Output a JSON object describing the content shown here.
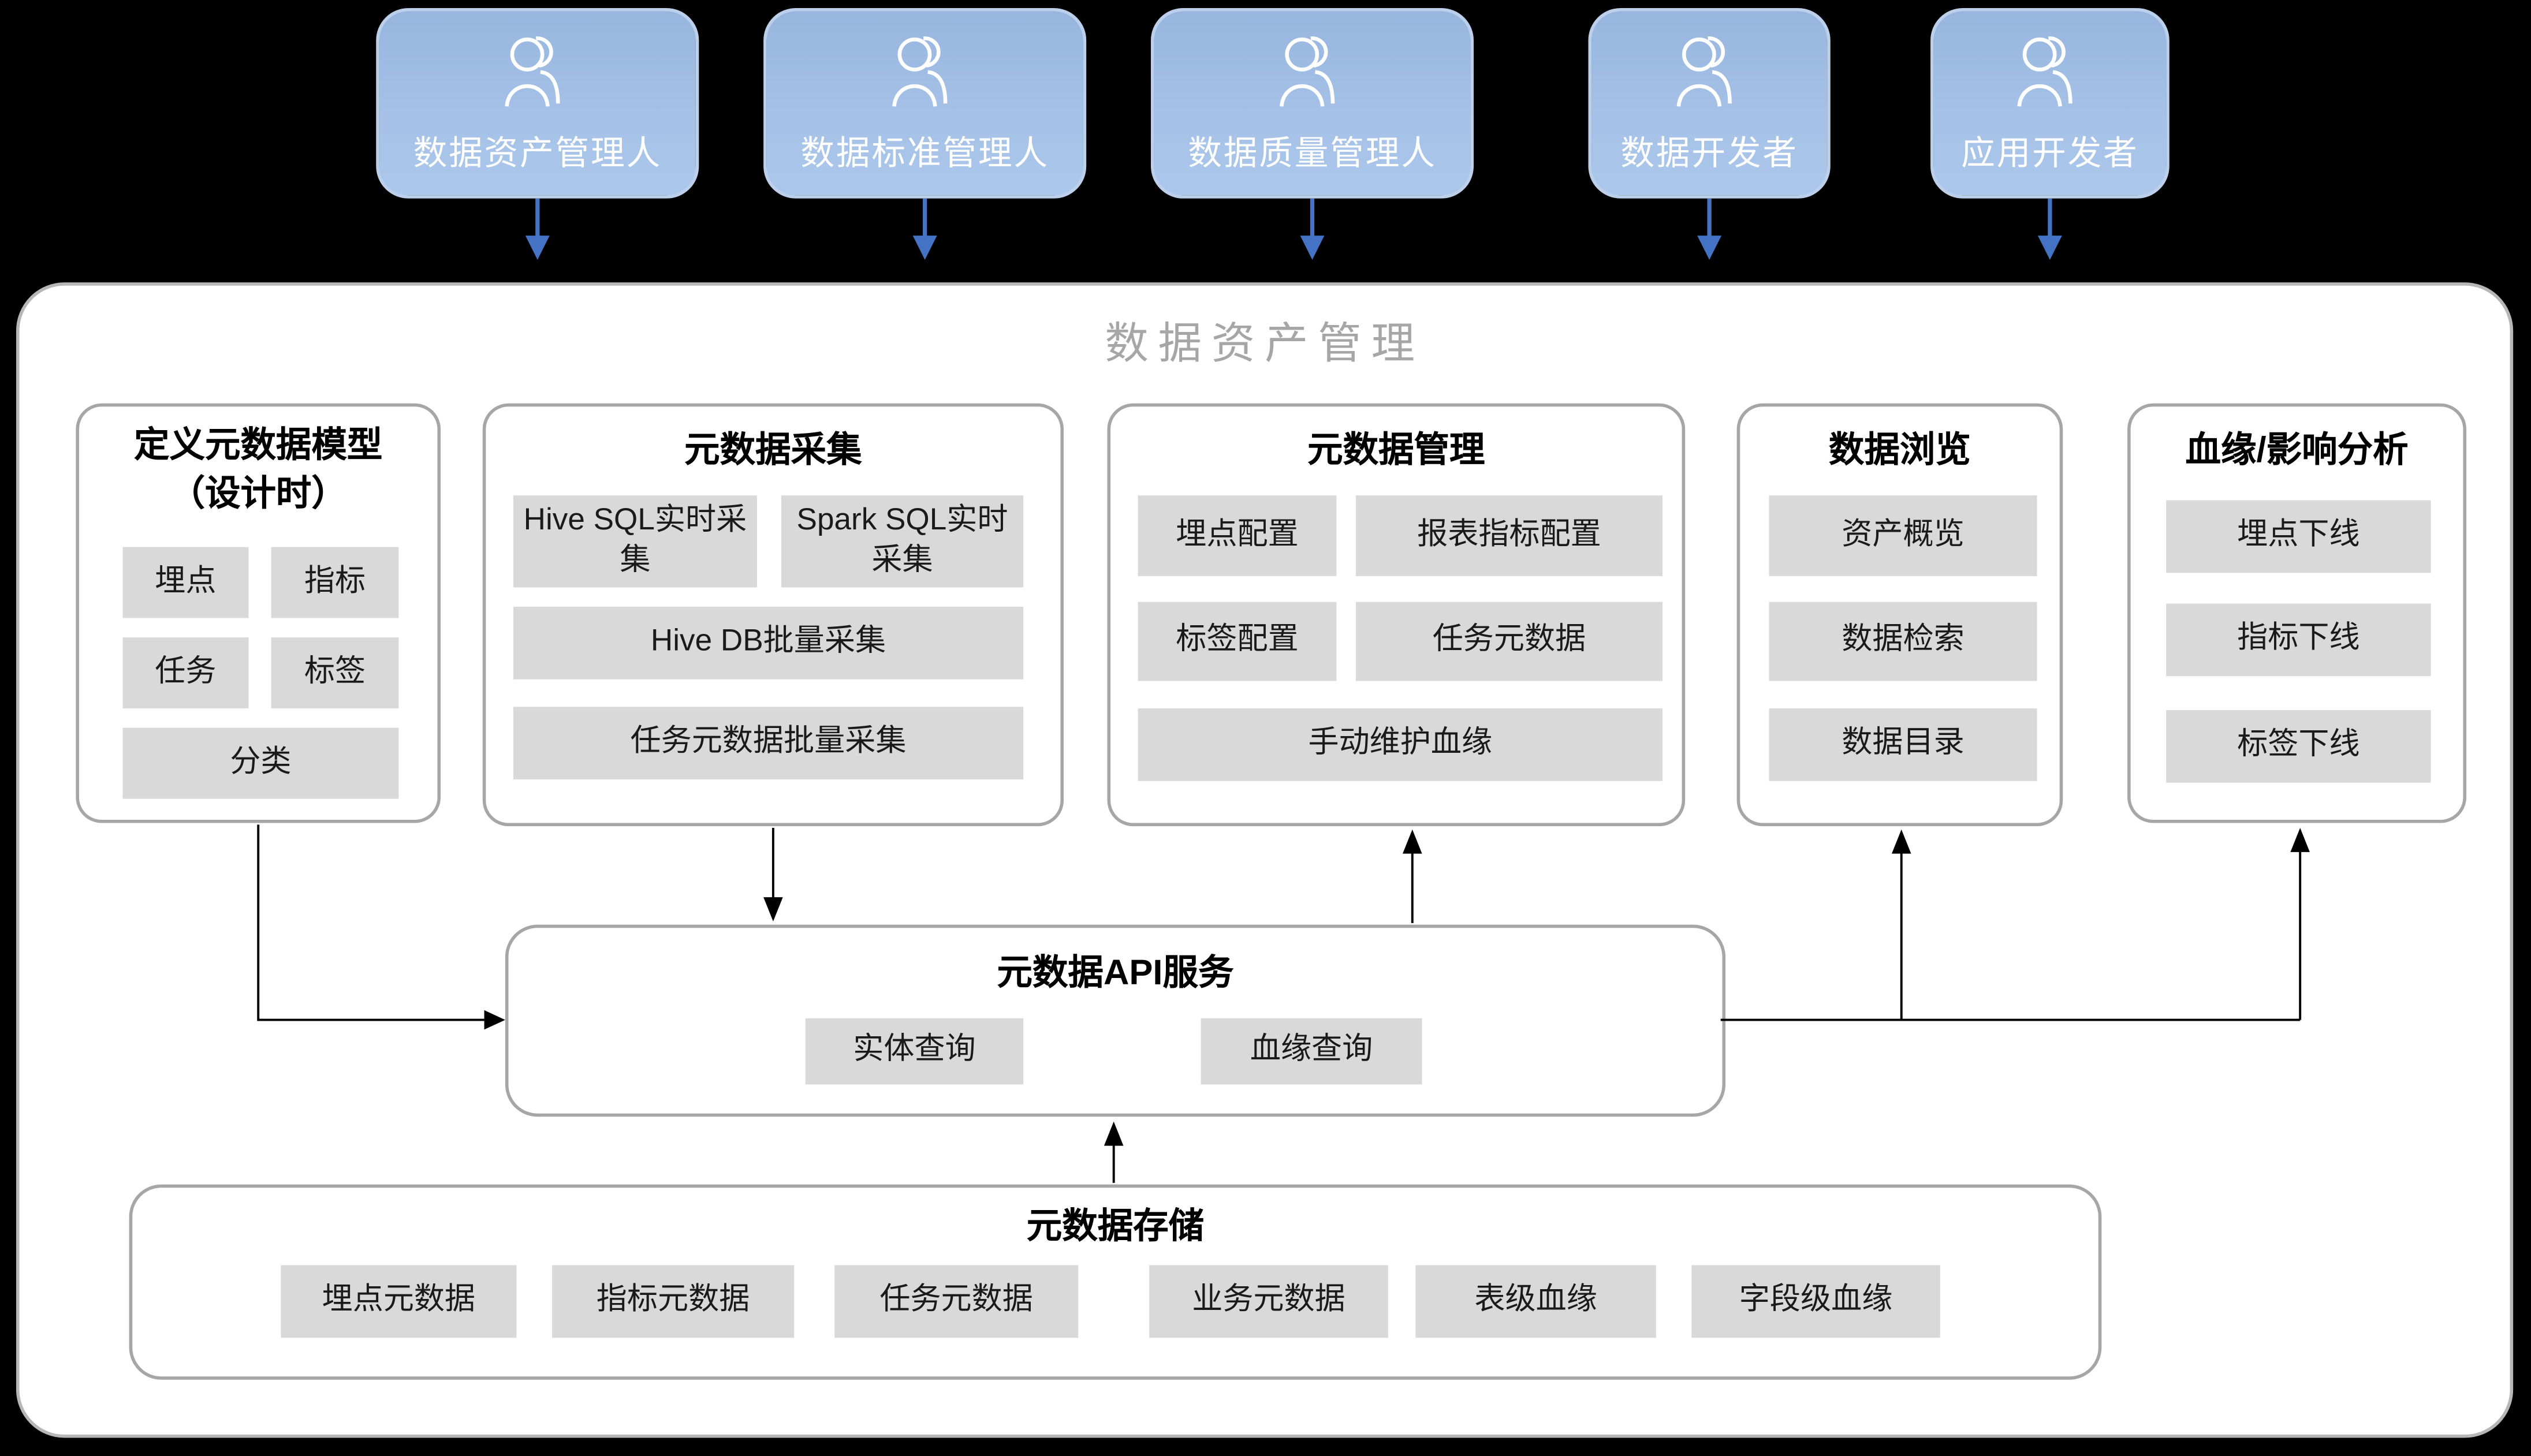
{
  "colors": {
    "background": "#000000",
    "actor_fill_top": "#97b5de",
    "actor_fill_bottom": "#abc7ea",
    "actor_border": "#bccfeb",
    "actor_text": "#ffffff",
    "actor_arrow_blue": "#4472c4",
    "container_border": "#b7b7b7",
    "panel_border": "#a6a6a6",
    "chip_background": "#d9d9d9",
    "chip_text": "#1a1a1a",
    "main_title_gray": "#a6a6a6",
    "connector_black": "#000000"
  },
  "actors": [
    {
      "label": "数据资产管理人",
      "icon": "two-people-outline-icon"
    },
    {
      "label": "数据标准管理人",
      "icon": "two-people-outline-icon"
    },
    {
      "label": "数据质量管理人",
      "icon": "two-people-outline-icon"
    },
    {
      "label": "数据开发者",
      "icon": "two-people-outline-icon"
    },
    {
      "label": "应用开发者",
      "icon": "two-people-outline-icon"
    }
  ],
  "container": {
    "title": "数据资产管理"
  },
  "modules": [
    {
      "title_line1": "定义元数据模型",
      "title_line2": "（设计时）",
      "chips": [
        "埋点",
        "指标",
        "任务",
        "标签",
        "分类"
      ]
    },
    {
      "title": "元数据采集",
      "chips": [
        "Hive SQL实时采集",
        "Spark SQL实时采集",
        "Hive DB批量采集",
        "任务元数据批量采集"
      ]
    },
    {
      "title": "元数据管理",
      "chips": [
        "埋点配置",
        "报表指标配置",
        "标签配置",
        "任务元数据",
        "手动维护血缘"
      ]
    },
    {
      "title": "数据浏览",
      "chips": [
        "资产概览",
        "数据检索",
        "数据目录"
      ]
    },
    {
      "title": "血缘/影响分析",
      "chips": [
        "埋点下线",
        "指标下线",
        "标签下线"
      ]
    }
  ],
  "api_service": {
    "title": "元数据API服务",
    "chips": [
      "实体查询",
      "血缘查询"
    ]
  },
  "storage": {
    "title": "元数据存储",
    "chips": [
      "埋点元数据",
      "指标元数据",
      "任务元数据",
      "业务元数据",
      "表级血缘",
      "字段级血缘"
    ]
  }
}
